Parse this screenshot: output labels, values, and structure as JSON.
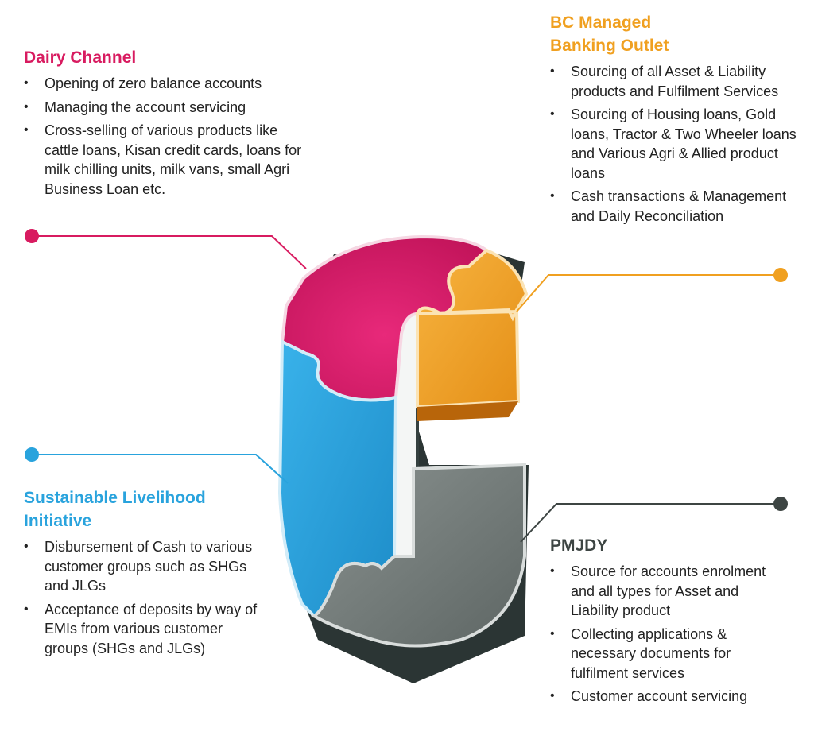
{
  "colors": {
    "dairy": "#D81B60",
    "bc": "#F0A020",
    "slh": "#29A3DD",
    "pmjdy": "#3D4543",
    "text": "#222222"
  },
  "sections": {
    "dairy": {
      "title": "Dairy Channel",
      "items": [
        "Opening of zero balance accounts",
        "Managing the account servicing",
        "Cross-selling of various products like cattle loans, Kisan credit cards, loans for milk chilling units, milk vans, small Agri Business Loan etc."
      ]
    },
    "bc": {
      "title": "BC Managed Banking Outlet",
      "items": [
        "Sourcing of all Asset & Liability products and Fulfilment Services",
        "Sourcing of Housing loans, Gold loans, Tractor & Two Wheeler loans and Various Agri & Allied product loans",
        "Cash transactions & Management and Daily Reconciliation"
      ]
    },
    "slh": {
      "title": "Sustainable Livelihood Initiative",
      "items": [
        "Disbursement of Cash to various customer groups such as SHGs and JLGs",
        "Acceptance of deposits by way of EMIs from various customer groups (SHGs and JLGs)"
      ]
    },
    "pmjdy": {
      "title": "PMJDY",
      "items": [
        "Source for accounts enrolment and all types for Asset and Liability product",
        "Collecting applications & necessary documents for fulfilment services",
        "Customer account servicing"
      ]
    }
  }
}
